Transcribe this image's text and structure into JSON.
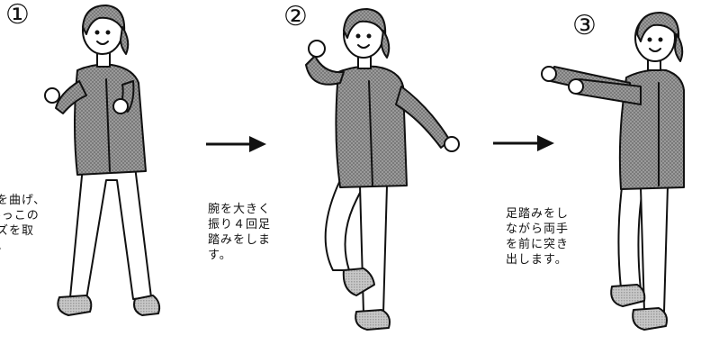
{
  "steps": [
    {
      "number": "①",
      "caption": "を曲げ、\n-っこの\nズを取\n。"
    },
    {
      "number": "②",
      "caption": "腕を大きく\n振り４回足\n踏みをしま\nす。"
    },
    {
      "number": "③",
      "caption": "足踏みをし\nながら両手\nを前に突き\n出します。"
    }
  ],
  "arrows": [
    "arrow-right-icon",
    "arrow-right-icon"
  ],
  "colors": {
    "jacket": "#8a8a8a",
    "outline": "#111111",
    "skin": "#ffffff",
    "shoe": "#b5b5b5"
  }
}
